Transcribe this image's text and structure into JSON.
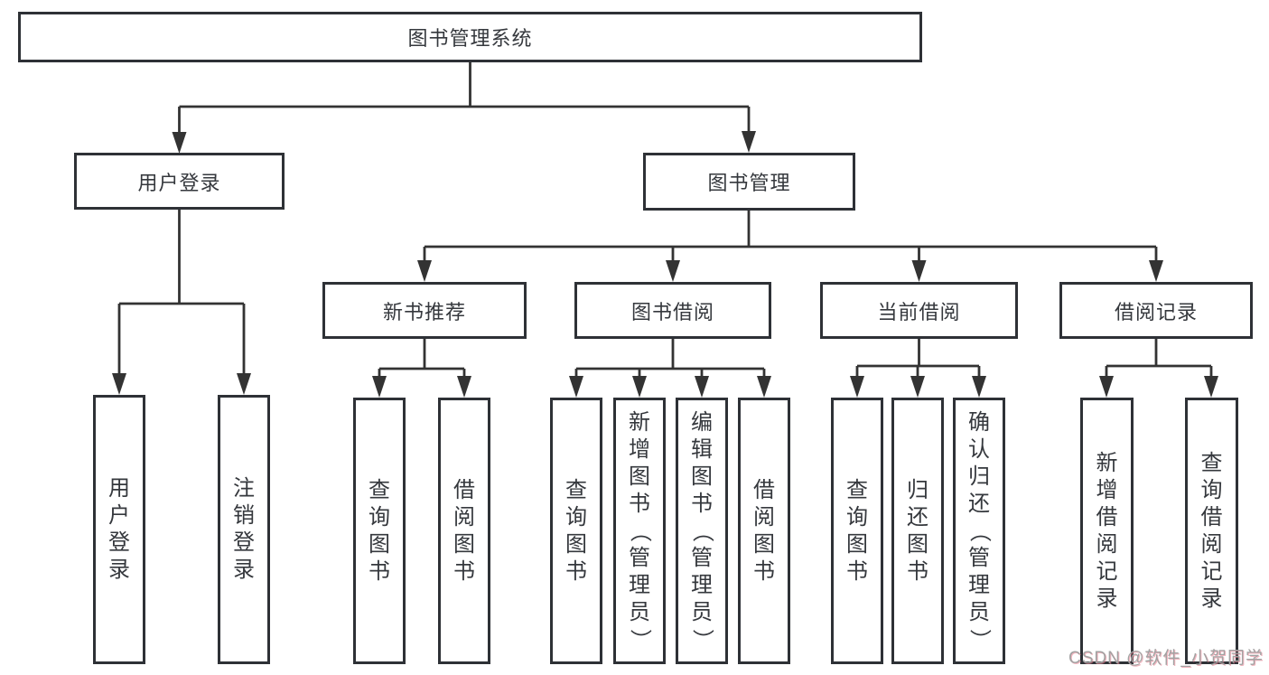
{
  "diagram": {
    "title": "图书管理系统",
    "colors": {
      "line": "#333333",
      "box_border": "#2e3136",
      "box_background": "#ffffff",
      "text": "#35383d",
      "watermark_text": "#a2a2a2"
    },
    "nodes": {
      "root": "图书管理系统",
      "user_login": "用户登录",
      "book_mgmt": "图书管理",
      "new_book": "新书推荐",
      "book_borrow": "图书借阅",
      "current_borrow": "当前借阅",
      "borrow_records": "借阅记录"
    },
    "leaves": {
      "user_login_children": [
        "用户登录",
        "注销登录"
      ],
      "new_book_children": [
        "查询图书",
        "借阅图书"
      ],
      "book_borrow_children": [
        "查询图书",
        "新增图书（管理员）",
        "编辑图书（管理员）",
        "借阅图书"
      ],
      "current_borrow_children": [
        "查询图书",
        "归还图书",
        "确认归还（管理员）"
      ],
      "borrow_records_children": [
        "新增借阅记录",
        "查询借阅记录"
      ]
    },
    "watermark": "CSDN @软件_小贺同学"
  }
}
